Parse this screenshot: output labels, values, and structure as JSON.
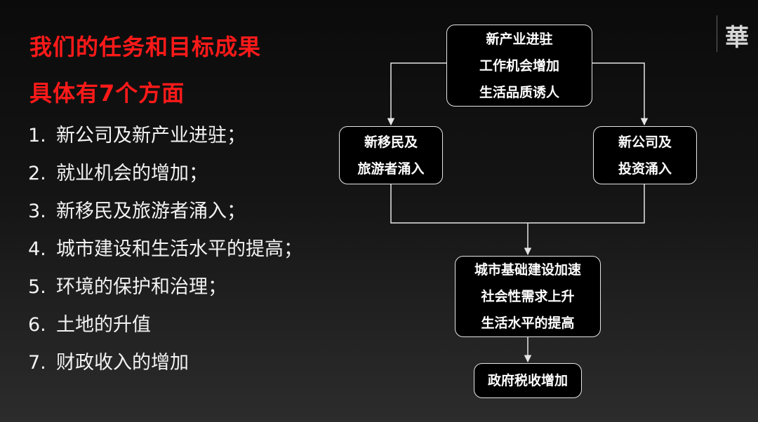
{
  "title": {
    "line1": "我们的任务和目标成果",
    "line2": "具体有7个方面"
  },
  "list": [
    {
      "num": "1.",
      "text": "新公司及新产业进驻；"
    },
    {
      "num": "2.",
      "text": "就业机会的增加；"
    },
    {
      "num": "3.",
      "text": "新移民及旅游者涌入；"
    },
    {
      "num": "4.",
      "text": "城市建设和生活水平的提高；"
    },
    {
      "num": "5.",
      "text": "环境的保护和治理；"
    },
    {
      "num": "6.",
      "text": "土地的升值"
    },
    {
      "num": "7.",
      "text": "财政收入的增加"
    }
  ],
  "flow": {
    "top": [
      "新产业进驻",
      "工作机会增加",
      "生活品质诱人"
    ],
    "left": [
      "新移民及",
      "旅游者涌入"
    ],
    "right": [
      "新公司及",
      "投资涌入"
    ],
    "mid": [
      "城市基础建设加速",
      "社会性需求上升",
      "生活水平的提高"
    ],
    "bottom": [
      "政府税收增加"
    ]
  },
  "seal": "華",
  "colors": {
    "title": "#ff1a1a",
    "text": "#f2f2f2",
    "box_border": "#e6e6e6",
    "box_fill": "#000000"
  }
}
